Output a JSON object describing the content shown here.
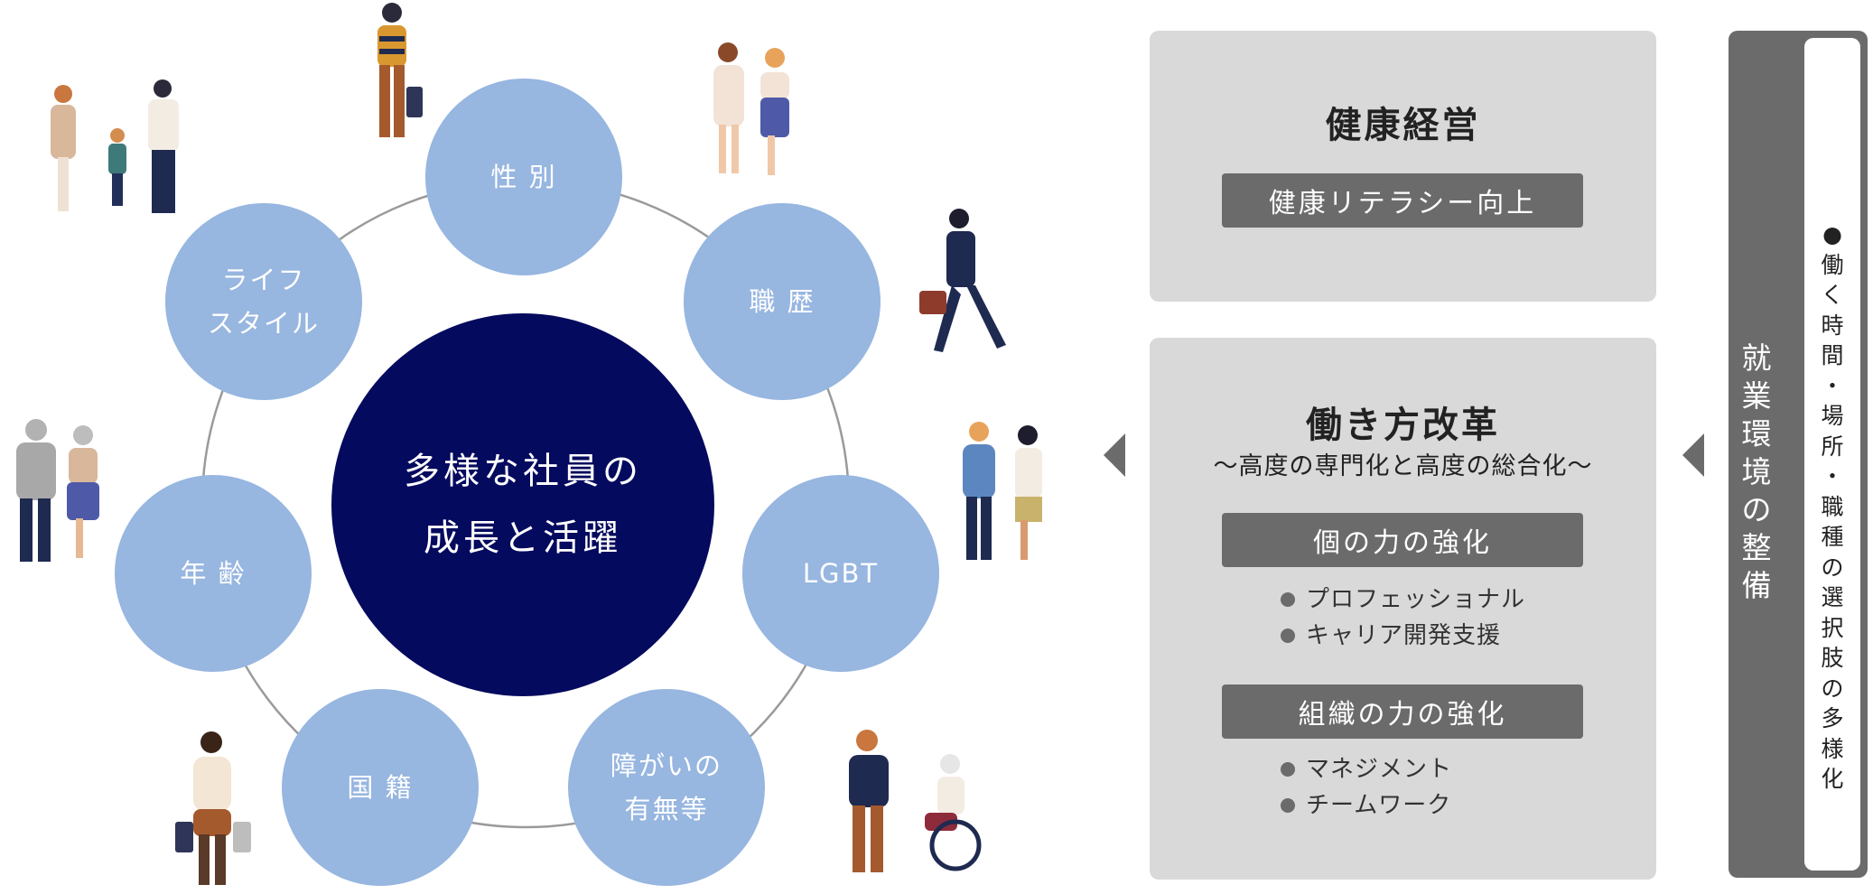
{
  "diagram": {
    "center": "多様な社員の\n成長と活躍",
    "nodes": [
      {
        "id": "gender",
        "label": "性 別"
      },
      {
        "id": "career",
        "label": "職 歴"
      },
      {
        "id": "lgbt",
        "label": "LGBT"
      },
      {
        "id": "disability",
        "label": "障がいの\n有無等"
      },
      {
        "id": "nationality",
        "label": "国 籍"
      },
      {
        "id": "age",
        "label": "年 齢"
      },
      {
        "id": "lifestyle",
        "label": "ライフ\nスタイル"
      }
    ]
  },
  "health": {
    "title": "健康経営",
    "bar": "健康リテラシー向上"
  },
  "workstyle": {
    "title": "働き方改革",
    "subtitle": "～高度の専門化と高度の総合化～",
    "individual": {
      "bar": "個の力の強化",
      "items": [
        "プロフェッショナル",
        "キャリア開発支援"
      ]
    },
    "organization": {
      "bar": "組織の力の強化",
      "items": [
        "マネジメント",
        "チームワーク"
      ]
    }
  },
  "environment": {
    "title": "就業環境の整備",
    "detail": "●働く時間・場所・職種の選択肢の多様化"
  },
  "colors": {
    "node": "#97b6e0",
    "center": "#040a5e",
    "panel": "#d9d9d9",
    "bar": "#6b6b6b"
  },
  "icons": [
    "triangle-left-arrow",
    "people-illustrations"
  ]
}
